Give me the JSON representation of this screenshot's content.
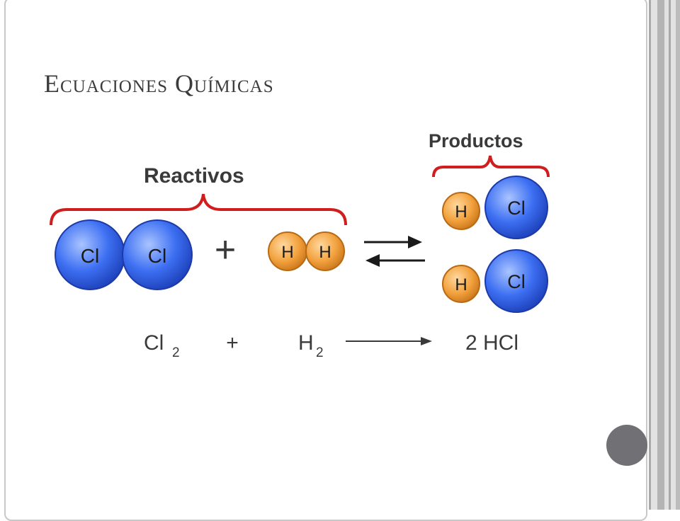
{
  "slide": {
    "title": "Ecuaciones Químicas"
  },
  "diagram": {
    "reactants_label": "Reactivos",
    "products_label": "Productos",
    "plus_sign": "+",
    "atoms": {
      "chlorine": "Cl",
      "hydrogen": "H"
    },
    "equation": {
      "reactant_1_symbol": "Cl",
      "reactant_1_subscript": "2",
      "plus": "+",
      "reactant_2_symbol": "H",
      "reactant_2_subscript": "2",
      "product": "2 HCl"
    },
    "colors": {
      "chlorine": "#3a6df0",
      "hydrogen": "#f0a040",
      "brace": "#d01e1e"
    }
  }
}
